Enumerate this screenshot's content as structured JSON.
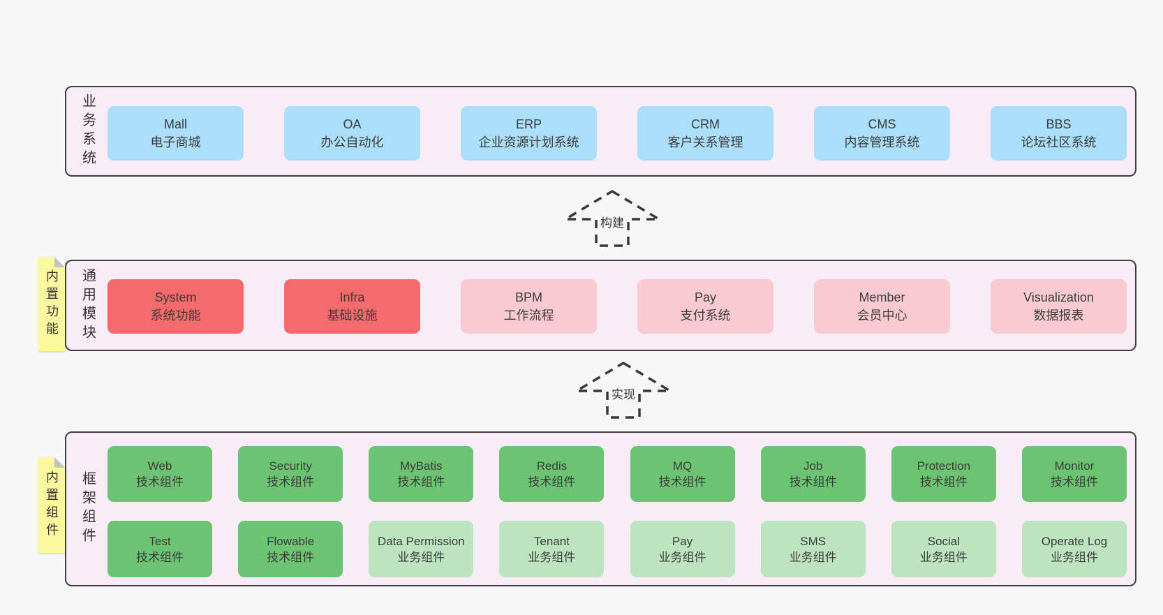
{
  "palette": {
    "page_bg": "#f7f7f7",
    "layer_bg": "#f8edf6",
    "layer_border": "#3f3f3f",
    "text": "#3c3c3c",
    "blue": "#abdef8",
    "red": "#f56a6a",
    "pink": "#f9cad2",
    "green": "#6cc473",
    "lightgreen": "#bce4bf",
    "sticky_bg": "#fbf99e",
    "sticky_fold": "#c3c3c3",
    "arrow_stroke": "#383838"
  },
  "arrows": [
    {
      "label": "构建"
    },
    {
      "label": "实现"
    }
  ],
  "layers": [
    {
      "id": "business-systems",
      "label": "业务系统",
      "sticky": null,
      "rows": [
        [
          {
            "name": "Mall",
            "desc": "电子商城",
            "color": "blue"
          },
          {
            "name": "OA",
            "desc": "办公自动化",
            "color": "blue"
          },
          {
            "name": "ERP",
            "desc": "企业资源计划系统",
            "color": "blue"
          },
          {
            "name": "CRM",
            "desc": "客户关系管理",
            "color": "blue"
          },
          {
            "name": "CMS",
            "desc": "内容管理系统",
            "color": "blue"
          },
          {
            "name": "BBS",
            "desc": "论坛社区系统",
            "color": "blue"
          }
        ]
      ]
    },
    {
      "id": "common-modules",
      "label": "通用模块",
      "sticky": "内置功能",
      "rows": [
        [
          {
            "name": "System",
            "desc": "系统功能",
            "color": "red"
          },
          {
            "name": "Infra",
            "desc": "基础设施",
            "color": "red"
          },
          {
            "name": "BPM",
            "desc": "工作流程",
            "color": "pink"
          },
          {
            "name": "Pay",
            "desc": "支付系统",
            "color": "pink"
          },
          {
            "name": "Member",
            "desc": "会员中心",
            "color": "pink"
          },
          {
            "name": "Visualization",
            "desc": "数据报表",
            "color": "pink"
          }
        ]
      ]
    },
    {
      "id": "framework-components",
      "label": "框架组件",
      "sticky": "内置组件",
      "rows": [
        [
          {
            "name": "Web",
            "desc": "技术组件",
            "color": "green"
          },
          {
            "name": "Security",
            "desc": "技术组件",
            "color": "green"
          },
          {
            "name": "MyBatis",
            "desc": "技术组件",
            "color": "green"
          },
          {
            "name": "Redis",
            "desc": "技术组件",
            "color": "green"
          },
          {
            "name": "MQ",
            "desc": "技术组件",
            "color": "green"
          },
          {
            "name": "Job",
            "desc": "技术组件",
            "color": "green"
          },
          {
            "name": "Protection",
            "desc": "技术组件",
            "color": "green"
          },
          {
            "name": "Monitor",
            "desc": "技术组件",
            "color": "green"
          }
        ],
        [
          {
            "name": "Test",
            "desc": "技术组件",
            "color": "green"
          },
          {
            "name": "Flowable",
            "desc": "技术组件",
            "color": "green"
          },
          {
            "name": "Data Permission",
            "desc": "业务组件",
            "color": "lightgreen"
          },
          {
            "name": "Tenant",
            "desc": "业务组件",
            "color": "lightgreen"
          },
          {
            "name": "Pay",
            "desc": "业务组件",
            "color": "lightgreen"
          },
          {
            "name": "SMS",
            "desc": "业务组件",
            "color": "lightgreen"
          },
          {
            "name": "Social",
            "desc": "业务组件",
            "color": "lightgreen"
          },
          {
            "name": "Operate Log",
            "desc": "业务组件",
            "color": "lightgreen"
          }
        ]
      ]
    }
  ]
}
